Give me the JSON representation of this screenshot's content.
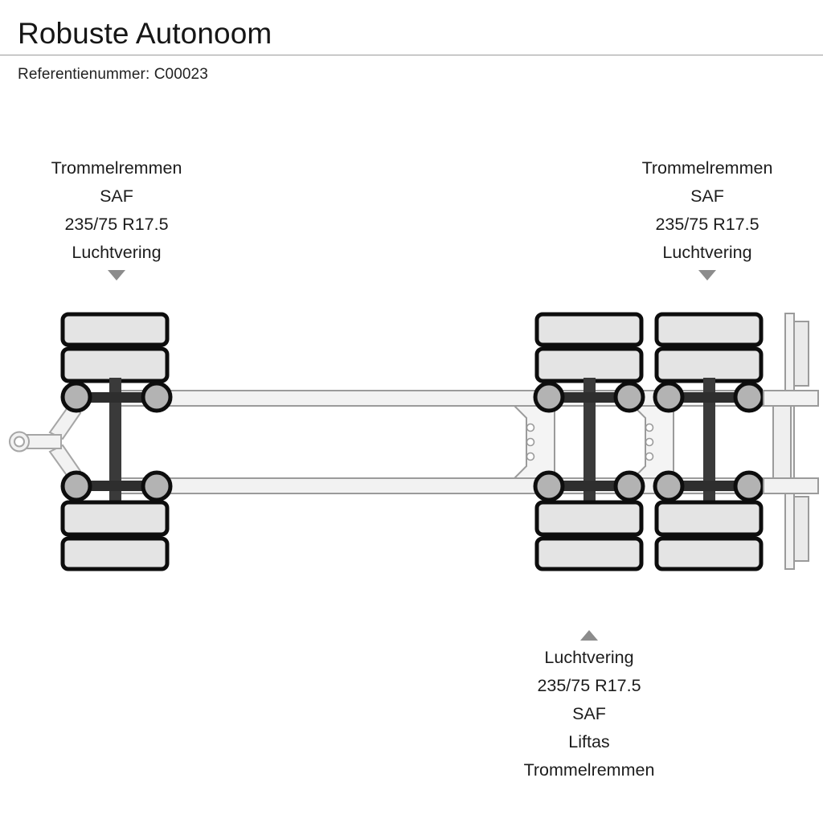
{
  "header": {
    "title": "Robuste Autonoom",
    "reference_label": "Referentienummer:",
    "reference_value": "C00023",
    "reference_line": "Referentienummer: C00023"
  },
  "annotations": {
    "front_left": {
      "name": "front-axle-spec-left",
      "lines": [
        "Trommelremmen",
        "SAF",
        "235/75 R17.5",
        "Luchtvering"
      ],
      "marker": "triangle-down"
    },
    "front_right": {
      "name": "front-axle-spec-right",
      "lines": [
        "Trommelremmen",
        "SAF",
        "235/75 R17.5",
        "Luchtvering"
      ],
      "marker": "triangle-down"
    },
    "rear_bottom": {
      "name": "rear-axle-spec",
      "lines": [
        "Luchtvering",
        "235/75 R17.5",
        "SAF",
        "Liftas",
        "Trommelremmen"
      ],
      "marker": "triangle-up"
    }
  },
  "diagram": {
    "type": "trailer-top-view",
    "description": "Bovenaanzicht aanhangwagen chassis",
    "axle_count": 3,
    "tire_config": "dubbellucht",
    "colors": {
      "tire_fill": "#e4e4e4",
      "tire_stroke": "#0d0d0d",
      "axle_beam": "#3a3a3a",
      "hub_fill": "#b3b3b3",
      "chassis_fill": "#f2f2f2",
      "chassis_stroke": "#9b9b9b",
      "marker": "#8c8c8c"
    }
  }
}
